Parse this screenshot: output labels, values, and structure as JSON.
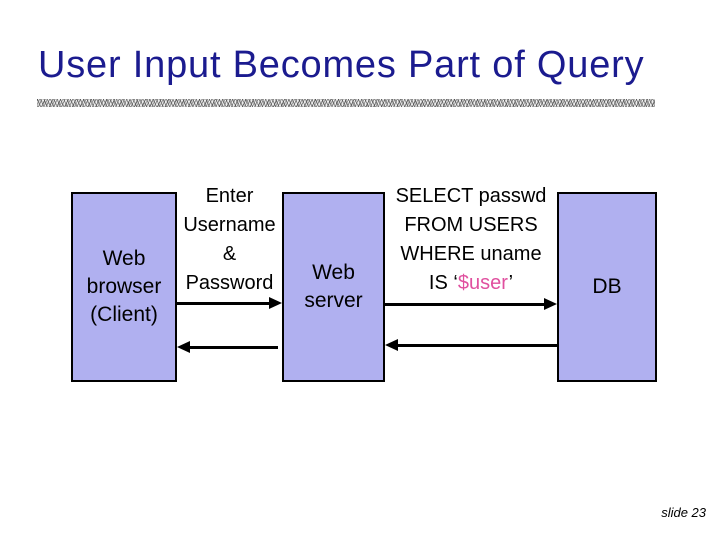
{
  "slide": {
    "title": "User Input Becomes Part of Query",
    "footer": {
      "slide_number": "slide 23"
    }
  },
  "colors": {
    "background": "#ffffff",
    "title_text": "#1b1b8f",
    "node_fill": "#b0b0f0",
    "node_border": "#000000",
    "arrow": "#000000",
    "body_text": "#000000",
    "sql_highlight": "#e0509f"
  },
  "diagram": {
    "nodes": [
      {
        "id": "web-browser",
        "lines": [
          "Web",
          "browser",
          "(Client)"
        ]
      },
      {
        "id": "web-server",
        "lines": [
          "Web",
          "server"
        ]
      },
      {
        "id": "db",
        "lines": [
          "DB"
        ]
      }
    ],
    "messages": [
      {
        "id": "credentials",
        "lines": [
          "Enter",
          "Username",
          "&",
          "Password"
        ]
      },
      {
        "id": "sql-query",
        "lines": [
          "SELECT passwd",
          "FROM USERS",
          "WHERE uname"
        ],
        "final_line": {
          "prefix": "IS ‘",
          "highlight": "$user",
          "suffix": "’"
        }
      }
    ],
    "arrows": [
      {
        "id": "browser-to-server",
        "direction": "right"
      },
      {
        "id": "server-to-browser",
        "direction": "left"
      },
      {
        "id": "server-to-db",
        "direction": "right"
      },
      {
        "id": "db-to-server",
        "direction": "left"
      }
    ]
  }
}
